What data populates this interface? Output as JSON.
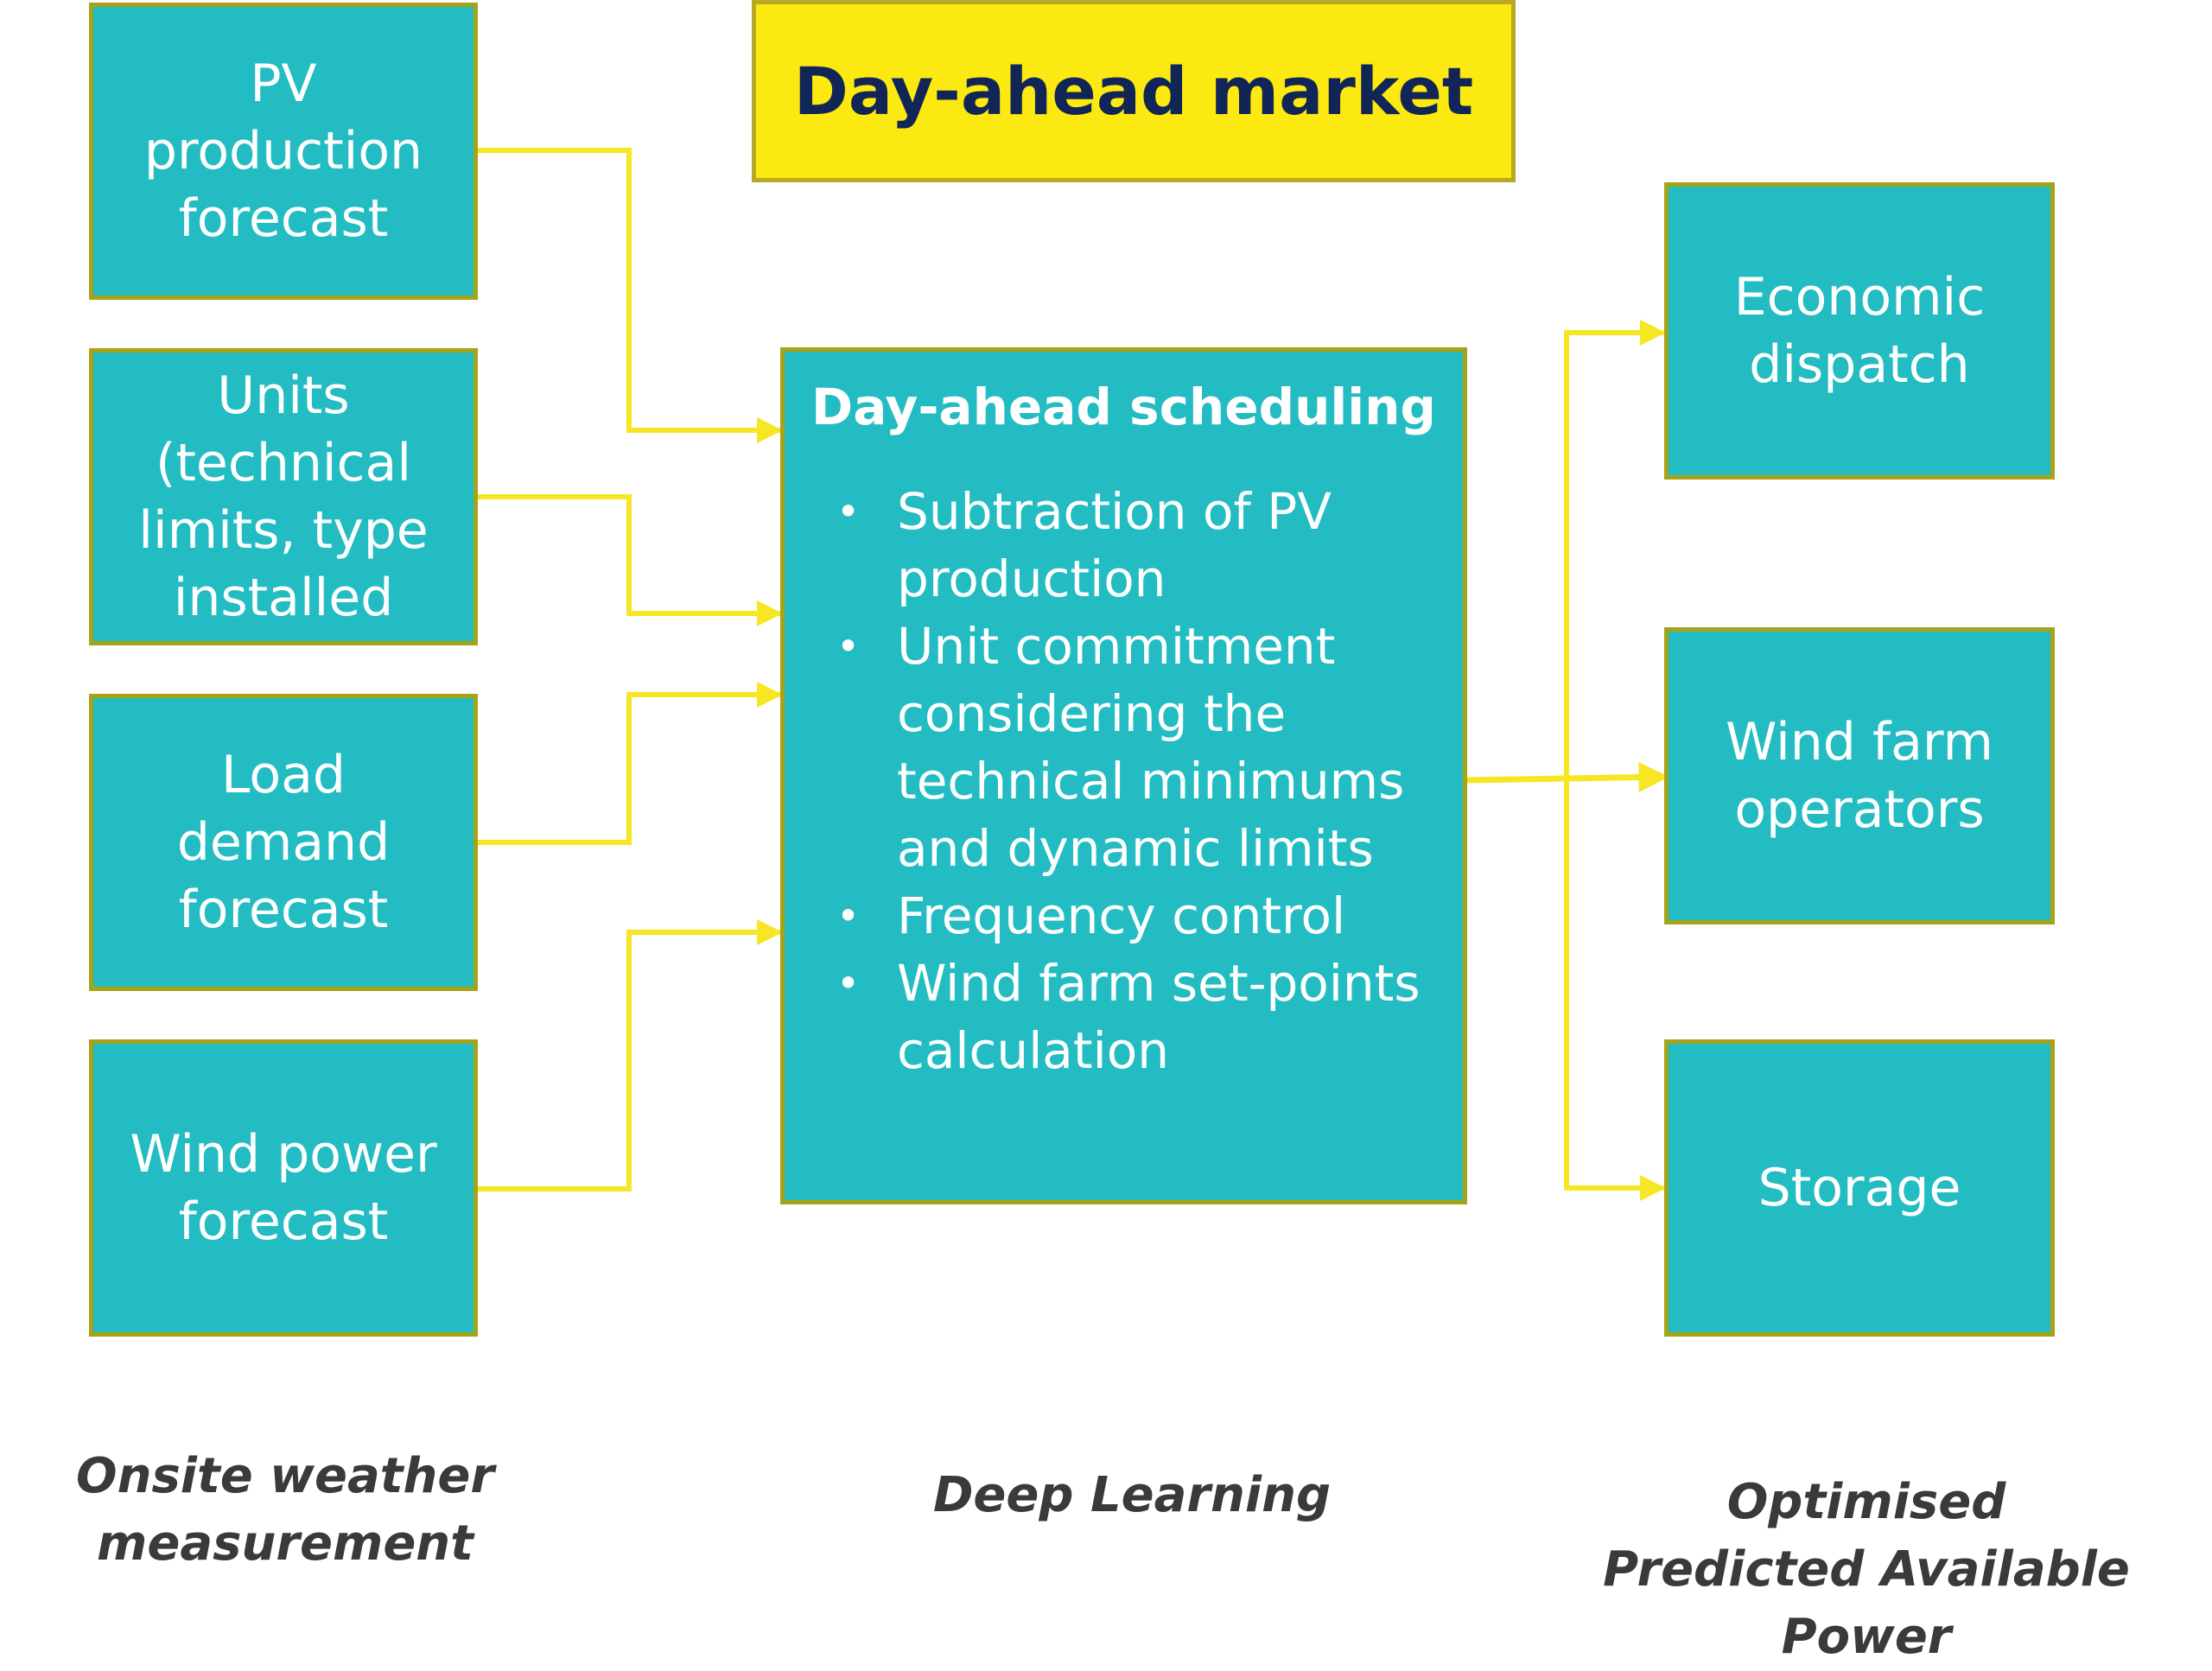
{
  "header": {
    "title": "Day-ahead market"
  },
  "inputs": [
    {
      "label": "PV production forecast"
    },
    {
      "label": "Units (technical limits, type installed"
    },
    {
      "label": "Load demand forecast"
    },
    {
      "label": "Wind power forecast"
    }
  ],
  "scheduling": {
    "title": "Day-ahead scheduling",
    "bullets": [
      "Subtraction of PV production",
      "Unit commitment considering the technical minimums and dynamic limits",
      "Frequency control",
      "Wind farm set-points calculation"
    ]
  },
  "outputs": [
    {
      "label": "Economic dispatch"
    },
    {
      "label": "Wind farm operators"
    },
    {
      "label": "Storage"
    }
  ],
  "captions": {
    "left": "Onsite weather measurement",
    "center": "Deep Learning",
    "right": "Optimised Predicted Available Power"
  },
  "colors": {
    "box_fill": "#22bcc2",
    "box_border": "#a7a319",
    "market_fill": "#fbe911",
    "market_text": "#112656",
    "connector": "#f7e623"
  }
}
